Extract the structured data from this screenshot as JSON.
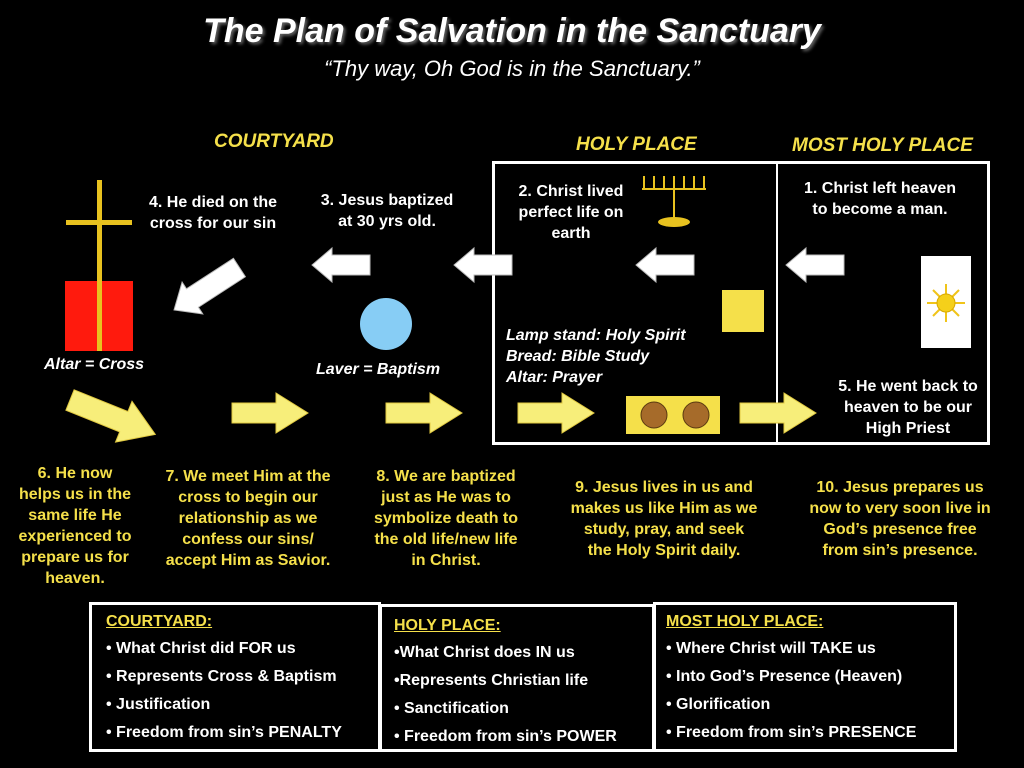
{
  "title": "The Plan of Salvation in the Sanctuary",
  "subtitle": "“Thy way, Oh God is in the Sanctuary.”",
  "sections": {
    "courtyard": "COURTYARD",
    "holy_place": "HOLY PLACE",
    "most_holy_place": "MOST HOLY PLACE"
  },
  "steps": {
    "s1": [
      "1. Christ left heaven",
      "to become a man."
    ],
    "s2": [
      "2. Christ lived",
      "perfect life on",
      "earth"
    ],
    "s3": [
      "3. Jesus baptized",
      "at 30 yrs old."
    ],
    "s4": [
      "4. He died on the",
      "cross for our sin"
    ],
    "s5": [
      "5. He went back to",
      "heaven to be our",
      "High Priest"
    ],
    "s6": [
      "6. He now",
      "helps us in the",
      "same life He",
      "experienced to",
      "prepare us for",
      "heaven."
    ],
    "s7": [
      "7. We meet Him at the",
      "cross to begin our",
      "relationship as we",
      "confess our sins/",
      "accept Him as Savior."
    ],
    "s8": [
      "8. We are baptized",
      "just as He was to",
      "symbolize death to",
      "the old life/new life",
      "in Christ."
    ],
    "s9": [
      "9. Jesus lives in us and",
      "makes us like Him as we",
      "study, pray, and seek",
      "the Holy Spirit daily."
    ],
    "s10": [
      "10. Jesus prepares us",
      "now to very soon live in",
      "God’s presence free",
      "from sin’s presence."
    ]
  },
  "labels": {
    "altar": "Altar = Cross",
    "laver": "Laver = Baptism",
    "legend": [
      "Lamp stand: Holy Spirit",
      "Bread: Bible Study",
      "Altar: Prayer"
    ]
  },
  "boxes": [
    {
      "heading": "COURTYARD:",
      "items": [
        "• What Christ did FOR us",
        "• Represents Cross & Baptism",
        "• Justification",
        "• Freedom from sin’s PENALTY"
      ]
    },
    {
      "heading": "HOLY PLACE:",
      "items": [
        "•What Christ does IN us",
        "•Represents Christian life",
        "• Sanctification",
        "• Freedom from sin’s POWER"
      ]
    },
    {
      "heading": "MOST HOLY PLACE:",
      "items": [
        "• Where Christ will TAKE us",
        "• Into God’s Presence (Heaven)",
        "• Glorification",
        "• Freedom from sin’s PRESENCE"
      ]
    }
  ],
  "colors": {
    "accent_yellow": "#f5e04a",
    "altar_red": "#ff1a0d",
    "laver_blue": "#87cdf5",
    "cross_gold": "#e8c21f",
    "bread_brown": "#a66b2a"
  }
}
